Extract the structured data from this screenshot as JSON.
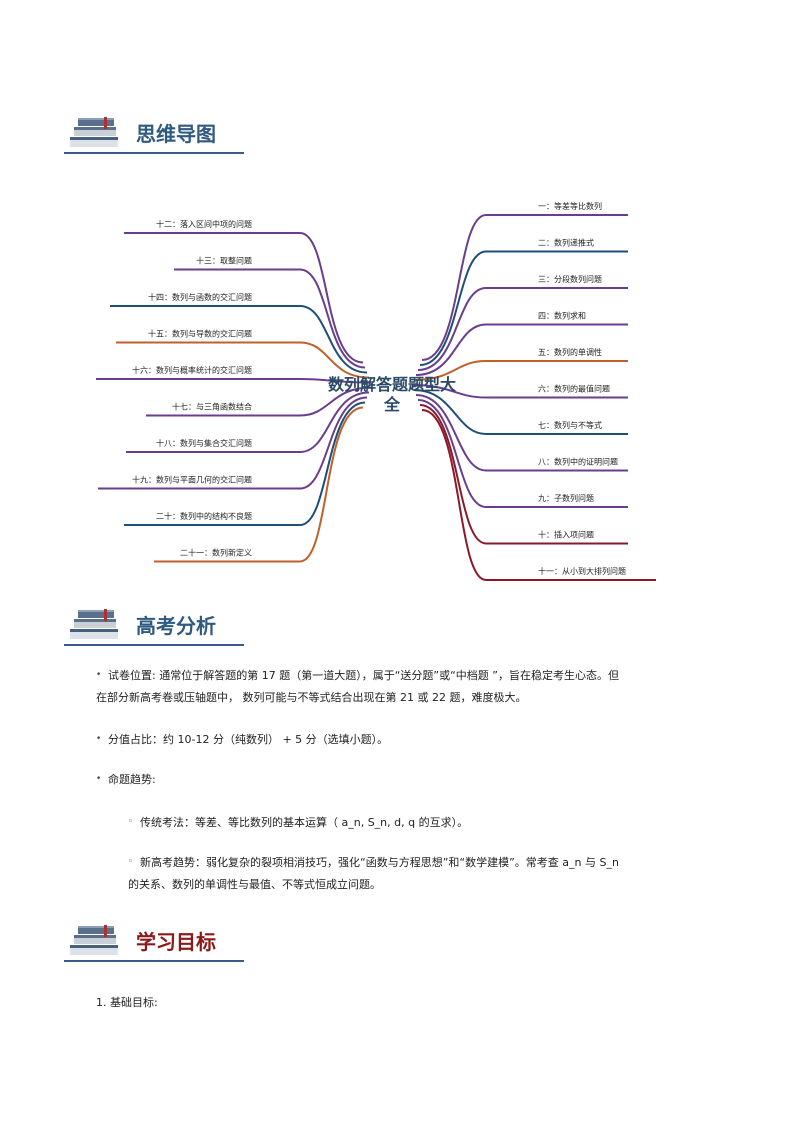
{
  "sections": {
    "mindmap_title": "思维导图",
    "analysis_title": "高考分析",
    "goals_title": "学习目标"
  },
  "mindmap": {
    "center_line1": "数列解答题题型大",
    "center_line2": "全",
    "right": [
      {
        "label": "一：等差等比数列",
        "color": "#6a3d8f"
      },
      {
        "label": "二：数列递推式",
        "color": "#1f4e79"
      },
      {
        "label": "三：分段数列问题",
        "color": "#6a3d8f"
      },
      {
        "label": "四：数列求和",
        "color": "#6a3d8f"
      },
      {
        "label": "五：数列的单调性",
        "color": "#c0602a"
      },
      {
        "label": "六：数列的最值问题",
        "color": "#6a3d8f"
      },
      {
        "label": "七：数列与不等式",
        "color": "#1f4e79"
      },
      {
        "label": "八：数列中的证明问题",
        "color": "#6a3d8f"
      },
      {
        "label": "九：子数列问题",
        "color": "#6a3d8f"
      },
      {
        "label": "十：插入项问题",
        "color": "#8a1a2a"
      },
      {
        "label": "十一：从小到大排列问题",
        "color": "#8a1a2a"
      }
    ],
    "left": [
      {
        "label": "十二：落入区间中项的问题",
        "color": "#6a3d8f"
      },
      {
        "label": "十三：取整问题",
        "color": "#6a3d8f"
      },
      {
        "label": "十四：数列与函数的交汇问题",
        "color": "#1f4e79"
      },
      {
        "label": "十五：数列与导数的交汇问题",
        "color": "#c0602a"
      },
      {
        "label": "十六：数列与概率统计的交汇问题",
        "color": "#6a3d8f"
      },
      {
        "label": "十七：与三角函数结合",
        "color": "#6a3d8f"
      },
      {
        "label": "十八：数列与集合交汇问题",
        "color": "#6a3d8f"
      },
      {
        "label": "十九：数列与平面几何的交汇问题",
        "color": "#6a3d8f"
      },
      {
        "label": "二十：数列中的结构不良题",
        "color": "#1f4e79"
      },
      {
        "label": "二十一：数列新定义",
        "color": "#c0602a"
      }
    ]
  },
  "analysis": {
    "item1_line1": "试卷位置: 通常位于解答题的第 17 题（第一道大题），属于“送分题”或“中档题 ”，旨在稳定考生心态。但",
    "item1_line2": "在部分新高考卷或压轴题中， 数列可能与不等式结合出现在第  21 或 22 题，难度极大。",
    "item2": "分值占比：约 10-12 分（纯数列） + 5 分（选填小题）。",
    "item3": "命题趋势:",
    "sub1": "传统考法：等差、等比数列的基本运算（  a_n, S_n, d, q  的互求）。",
    "sub2_line1": "新高考趋势：弱化复杂的裂项相消技巧，强化“函数与方程思想”和“数学建模”。常考查 a_n 与 S_n",
    "sub2_line2": "的关系、数列的单调性与最值、不等式恒成立问题。"
  },
  "goals": {
    "item1": "1.  基础目标:"
  }
}
